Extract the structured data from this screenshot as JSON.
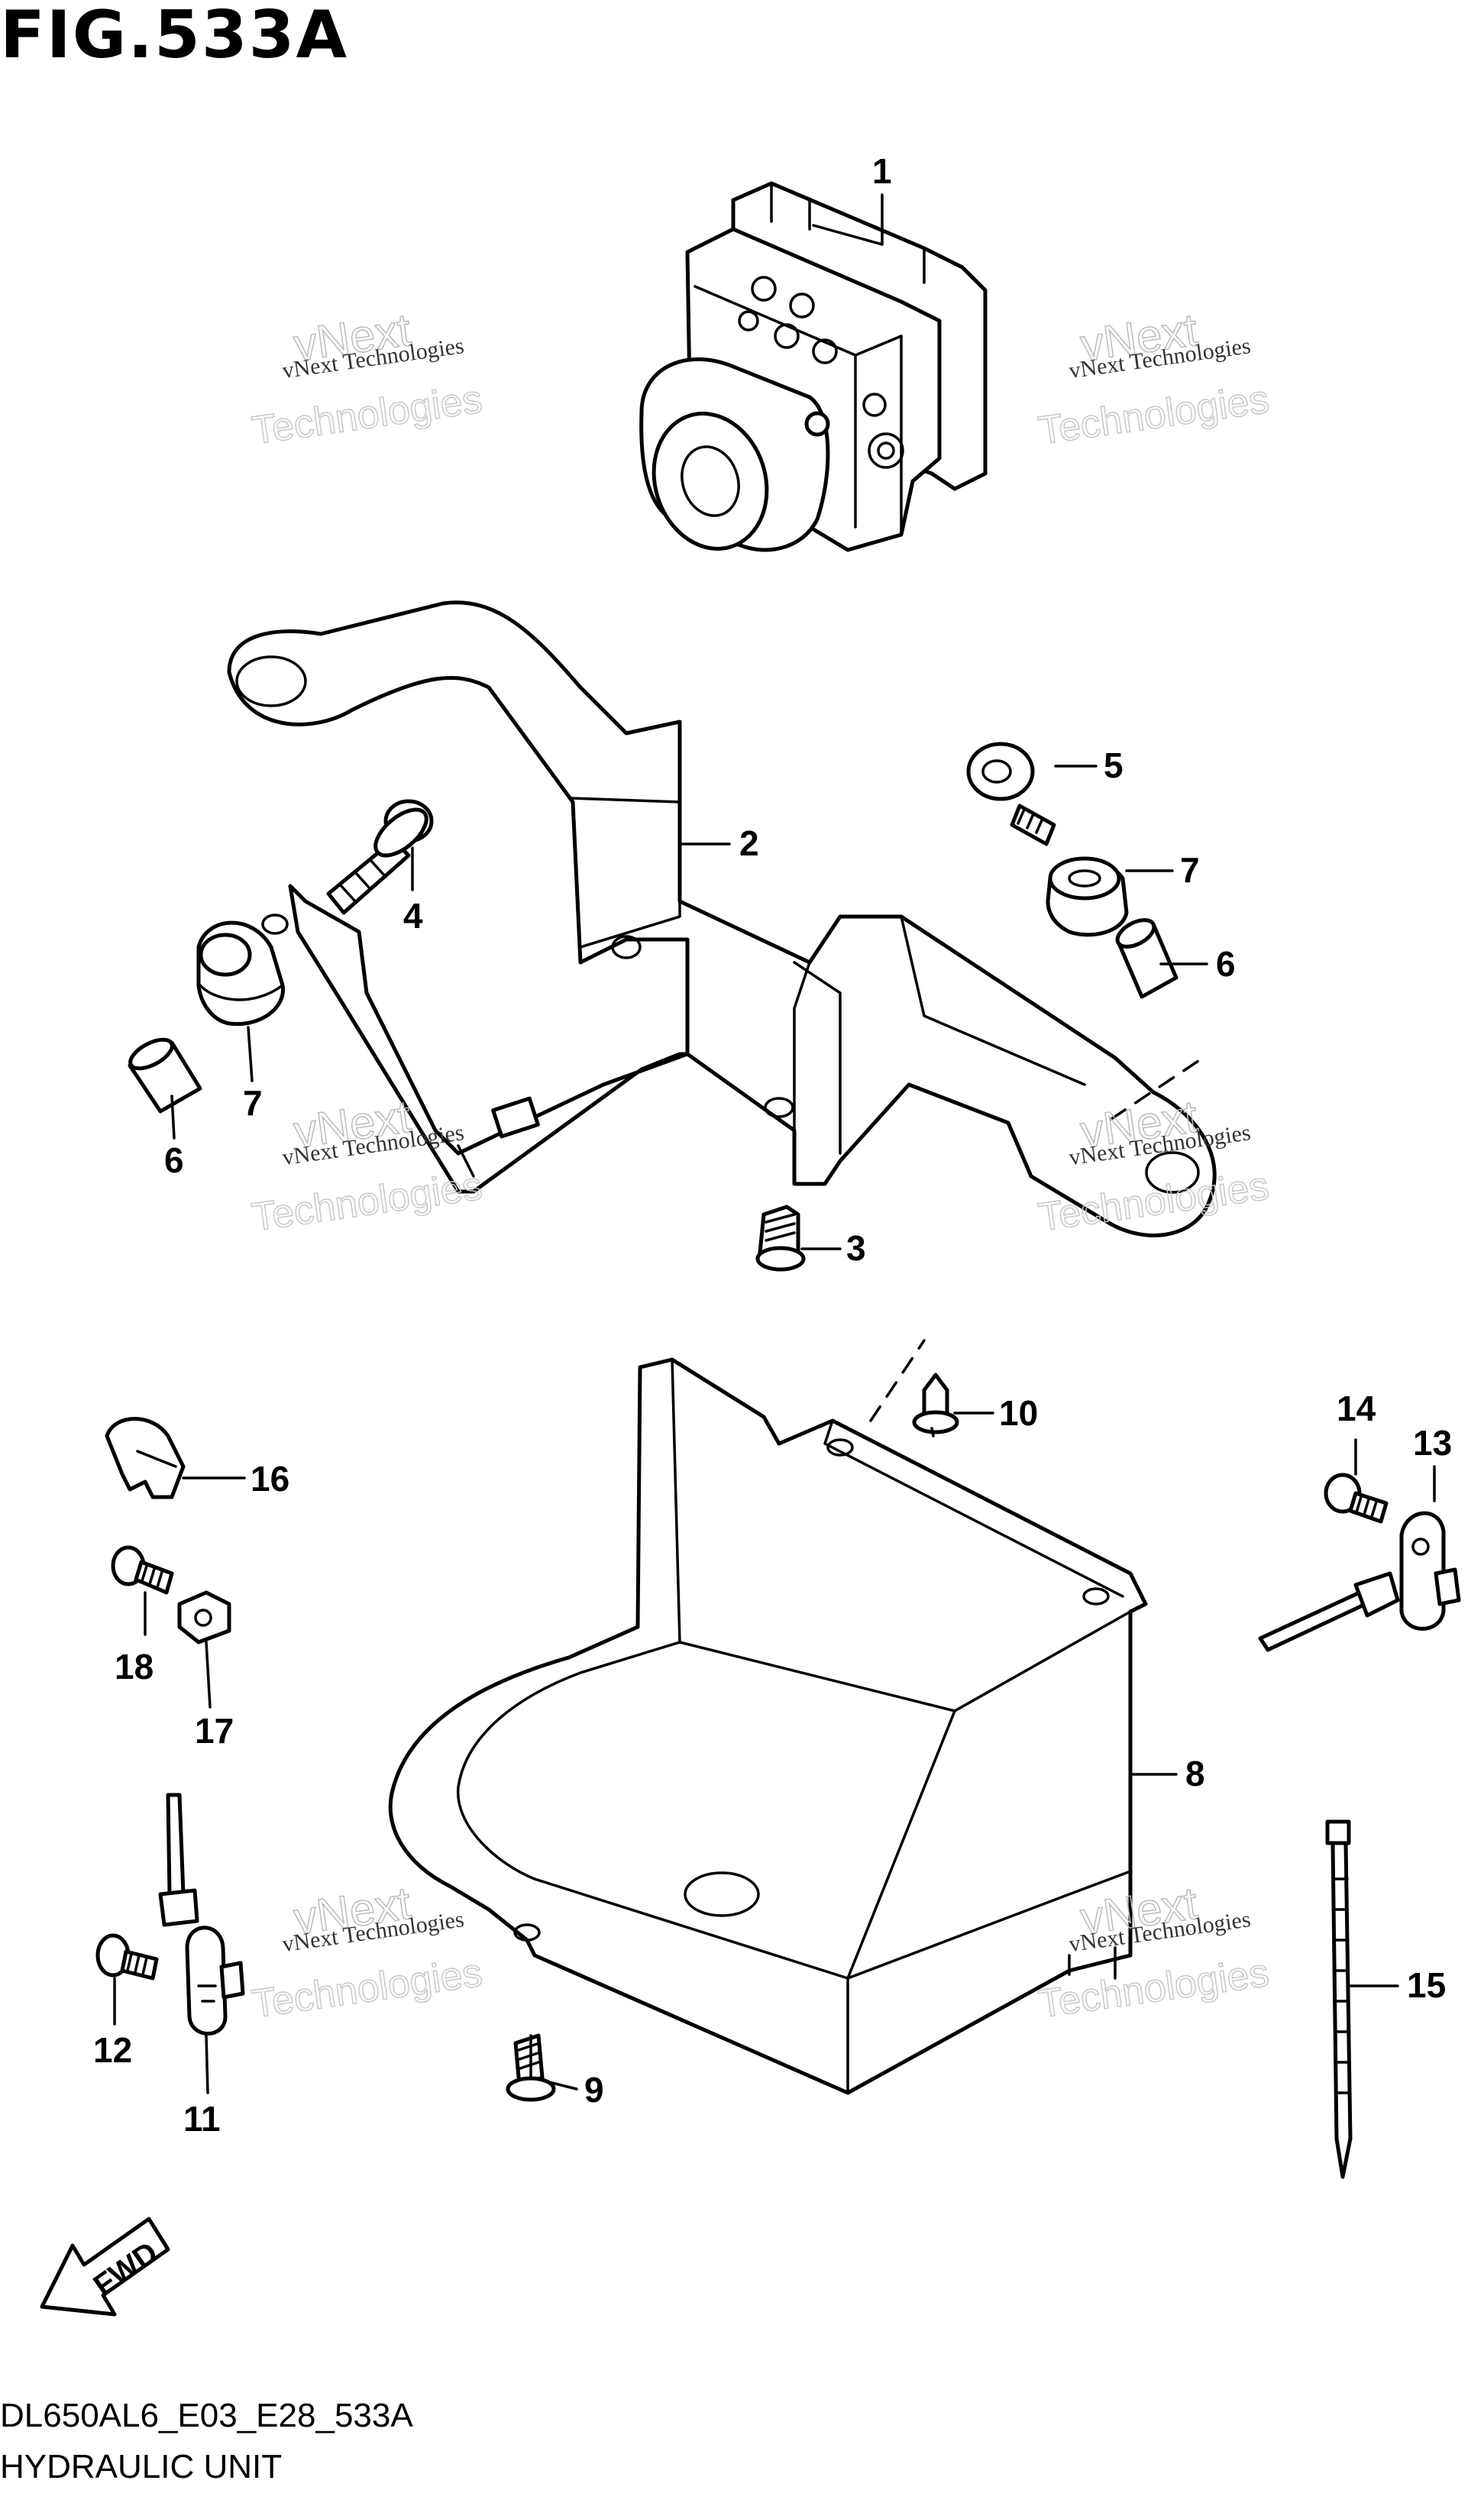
{
  "figure": {
    "title": "FIG.533A",
    "code": "DL650AL6_E03_E28_533A",
    "name": "HYDRAULIC UNIT",
    "fwd_label": "FWD"
  },
  "watermark": {
    "line1": "vNext Technologies",
    "line2": "vNext",
    "line3": "Technologies"
  },
  "callouts": [
    "1",
    "2",
    "3",
    "4",
    "5",
    "6",
    "6",
    "7",
    "7",
    "8",
    "9",
    "10",
    "11",
    "12",
    "13",
    "14",
    "15",
    "16",
    "17",
    "18"
  ]
}
